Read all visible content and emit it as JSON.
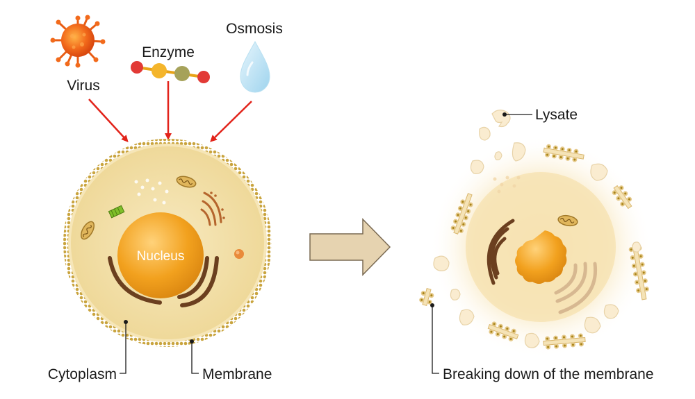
{
  "diagram": {
    "agents": {
      "virus": "Virus",
      "enzyme": "Enzyme",
      "osmosis": "Osmosis"
    },
    "intact_cell": {
      "nucleus": "Nucleus",
      "cytoplasm": "Cytoplasm",
      "membrane": "Membrane"
    },
    "lysed_cell": {
      "lysate": "Lysate",
      "breakdown": "Breaking down of the membrane"
    },
    "colors": {
      "arrow": "#e2231a",
      "membrane": "#c9a43e",
      "cytoplasm": "#f3dfa8",
      "nucleus": "#f0a21e",
      "golgi": "#6b3f1f",
      "process_arrow": "#e6d3b0"
    }
  }
}
